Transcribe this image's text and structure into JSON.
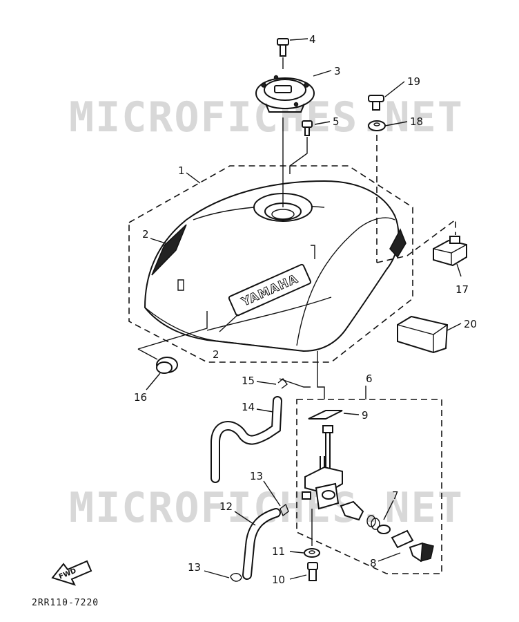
{
  "watermark": {
    "text": "MICROFICHES.NET"
  },
  "tank_logo": "YAMAHA",
  "fwd_label": "FWD",
  "diagram_code": "2RR110-7220",
  "callouts": {
    "c1": "1",
    "c2a": "2",
    "c2b": "2",
    "c3": "3",
    "c4": "4",
    "c5": "5",
    "c6": "6",
    "c7": "7",
    "c8": "8",
    "c9": "9",
    "c10": "10",
    "c11": "11",
    "c12": "12",
    "c13a": "13",
    "c13b": "13",
    "c14": "14",
    "c15": "15",
    "c16": "16",
    "c17": "17",
    "c18": "18",
    "c19": "19",
    "c20": "20"
  }
}
